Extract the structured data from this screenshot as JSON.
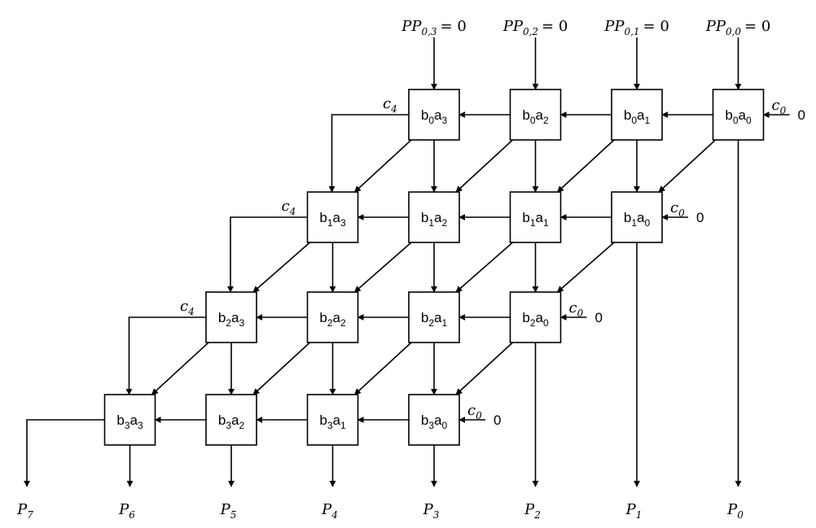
{
  "partial_products": [
    {
      "name": "PP",
      "sub": "0,3",
      "rhs": "= 0"
    },
    {
      "name": "PP",
      "sub": "0,2",
      "rhs": "= 0"
    },
    {
      "name": "PP",
      "sub": "0,1",
      "rhs": "= 0"
    },
    {
      "name": "PP",
      "sub": "0,0",
      "rhs": "= 0"
    }
  ],
  "rows": [
    {
      "b": "b",
      "bsub": "0",
      "cells": [
        {
          "a": "a",
          "asub": "3"
        },
        {
          "a": "a",
          "asub": "2"
        },
        {
          "a": "a",
          "asub": "1"
        },
        {
          "a": "a",
          "asub": "0"
        }
      ]
    },
    {
      "b": "b",
      "bsub": "1",
      "cells": [
        {
          "a": "a",
          "asub": "3"
        },
        {
          "a": "a",
          "asub": "2"
        },
        {
          "a": "a",
          "asub": "1"
        },
        {
          "a": "a",
          "asub": "0"
        }
      ]
    },
    {
      "b": "b",
      "bsub": "2",
      "cells": [
        {
          "a": "a",
          "asub": "3"
        },
        {
          "a": "a",
          "asub": "2"
        },
        {
          "a": "a",
          "asub": "1"
        },
        {
          "a": "a",
          "asub": "0"
        }
      ]
    },
    {
      "b": "b",
      "bsub": "3",
      "cells": [
        {
          "a": "a",
          "asub": "3"
        },
        {
          "a": "a",
          "asub": "2"
        },
        {
          "a": "a",
          "asub": "1"
        },
        {
          "a": "a",
          "asub": "0"
        }
      ]
    }
  ],
  "carry_in": {
    "name": "c",
    "sub": "0",
    "value": "0"
  },
  "carry_out": {
    "name": "c",
    "sub": "4"
  },
  "outputs": [
    {
      "name": "P",
      "sub": "7"
    },
    {
      "name": "P",
      "sub": "6"
    },
    {
      "name": "P",
      "sub": "5"
    },
    {
      "name": "P",
      "sub": "4"
    },
    {
      "name": "P",
      "sub": "3"
    },
    {
      "name": "P",
      "sub": "2"
    },
    {
      "name": "P",
      "sub": "1"
    },
    {
      "name": "P",
      "sub": "0"
    }
  ]
}
